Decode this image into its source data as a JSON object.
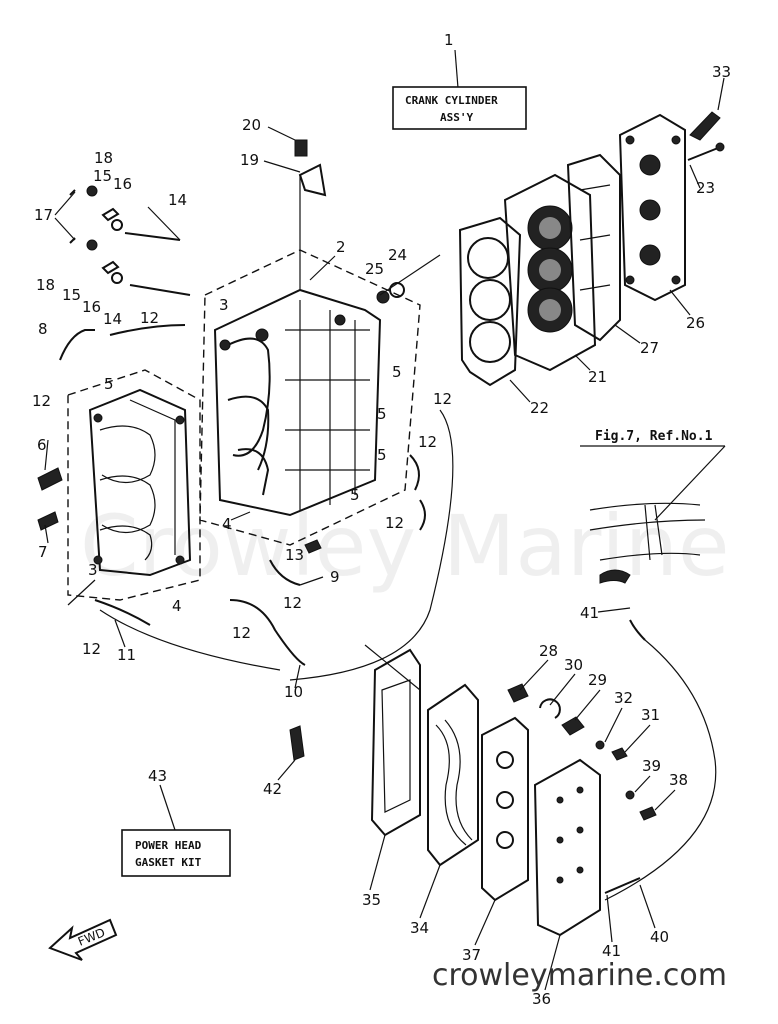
{
  "title_box": {
    "number": "1",
    "line1": "CRANK CYLINDER",
    "line2": "ASS'Y"
  },
  "kit_box": {
    "number": "43",
    "line1": "POWER HEAD",
    "line2": "GASKET KIT"
  },
  "figure_ref": "Fig.7, Ref.No.1",
  "fwd_label": "FWD",
  "watermark": "Crowley Marine",
  "site_footer": "crowleymarine.com",
  "ref_labels": [
    {
      "id": "r33",
      "text": "33"
    },
    {
      "id": "r20",
      "text": "20"
    },
    {
      "id": "r19",
      "text": "19"
    },
    {
      "id": "r18a",
      "text": "18"
    },
    {
      "id": "r15a",
      "text": "15"
    },
    {
      "id": "r16a",
      "text": "16"
    },
    {
      "id": "r14a",
      "text": "14"
    },
    {
      "id": "r17",
      "text": "17"
    },
    {
      "id": "r18b",
      "text": "18"
    },
    {
      "id": "r15b",
      "text": "15"
    },
    {
      "id": "r16b",
      "text": "16"
    },
    {
      "id": "r14b",
      "text": "14"
    },
    {
      "id": "r2",
      "text": "2"
    },
    {
      "id": "r25",
      "text": "25"
    },
    {
      "id": "r24",
      "text": "24"
    },
    {
      "id": "r23",
      "text": "23"
    },
    {
      "id": "r26",
      "text": "26"
    },
    {
      "id": "r27",
      "text": "27"
    },
    {
      "id": "r21",
      "text": "21"
    },
    {
      "id": "r22",
      "text": "22"
    },
    {
      "id": "r3a",
      "text": "3"
    },
    {
      "id": "r12a",
      "text": "12"
    },
    {
      "id": "r8",
      "text": "8"
    },
    {
      "id": "r12b",
      "text": "12"
    },
    {
      "id": "r5a",
      "text": "5"
    },
    {
      "id": "r5b",
      "text": "5"
    },
    {
      "id": "r5c",
      "text": "5"
    },
    {
      "id": "r5d",
      "text": "5"
    },
    {
      "id": "r5e",
      "text": "5"
    },
    {
      "id": "r12c",
      "text": "12"
    },
    {
      "id": "r12d",
      "text": "12"
    },
    {
      "id": "r12e",
      "text": "12"
    },
    {
      "id": "r6",
      "text": "6"
    },
    {
      "id": "r7",
      "text": "7"
    },
    {
      "id": "r4a",
      "text": "4"
    },
    {
      "id": "r13",
      "text": "13"
    },
    {
      "id": "r9",
      "text": "9"
    },
    {
      "id": "r3b",
      "text": "3"
    },
    {
      "id": "r12f",
      "text": "12"
    },
    {
      "id": "r4b",
      "text": "4"
    },
    {
      "id": "r12g",
      "text": "12"
    },
    {
      "id": "r12h",
      "text": "12"
    },
    {
      "id": "r11",
      "text": "11"
    },
    {
      "id": "r10",
      "text": "10"
    },
    {
      "id": "r41a",
      "text": "41"
    },
    {
      "id": "r28",
      "text": "28"
    },
    {
      "id": "r30",
      "text": "30"
    },
    {
      "id": "r29",
      "text": "29"
    },
    {
      "id": "r32",
      "text": "32"
    },
    {
      "id": "r31",
      "text": "31"
    },
    {
      "id": "r39",
      "text": "39"
    },
    {
      "id": "r38",
      "text": "38"
    },
    {
      "id": "r42",
      "text": "42"
    },
    {
      "id": "r35",
      "text": "35"
    },
    {
      "id": "r34",
      "text": "34"
    },
    {
      "id": "r37",
      "text": "37"
    },
    {
      "id": "r40",
      "text": "40"
    },
    {
      "id": "r41b",
      "text": "41"
    },
    {
      "id": "r36",
      "text": "36"
    }
  ]
}
